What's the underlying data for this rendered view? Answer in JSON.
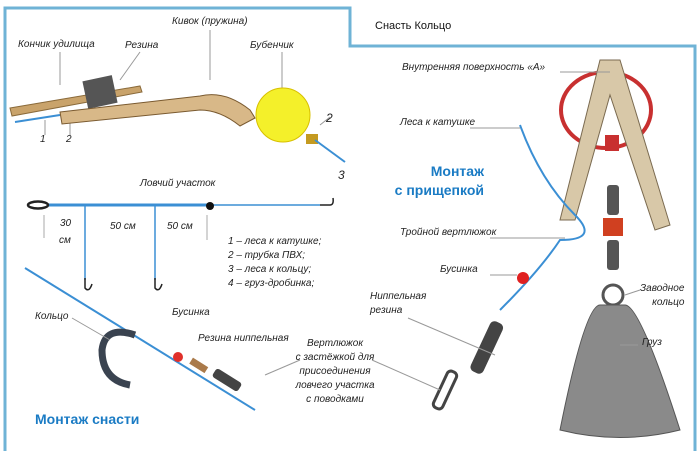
{
  "title": "Снасть Кольцо",
  "top": {
    "kivok": "Кивок (пружина)",
    "tip": "Кончик удилища",
    "rubber": "Резина",
    "bell": "Бубенчик",
    "n1": "1",
    "n2": "2",
    "n2b": "2",
    "n3": "3"
  },
  "catch": {
    "label": "Ловчий участок",
    "d1a": "30",
    "d1b": "см",
    "d2": "50 см",
    "d3": "50 см",
    "legend": [
      "1 – леса к катушке;",
      "2 – трубка ПВХ;",
      "3 – леса к кольцу;",
      "4 – груз-дробинка;"
    ]
  },
  "mount": {
    "ring": "Кольцо",
    "bead": "Бусинка",
    "nipple": "Резина ниппельная",
    "title": "Монтаж снасти",
    "swivel": [
      "Вертлюжок",
      "с застёжкой для",
      "присоединения",
      "ловчего участка",
      "с поводками"
    ]
  },
  "clip": {
    "inner": "Внутренняя поверхность «А»",
    "line": "Леса к катушке",
    "title1": "Монтаж",
    "title2": "с прищепкой",
    "triple": "Тройной вертлюжок",
    "bead": "Бусинка",
    "nipple1": "Ниппельная",
    "nipple2": "резина",
    "ring1": "Заводное",
    "ring2": "кольцо",
    "weight": "Груз"
  },
  "colors": {
    "border": "#6fb3d6",
    "line": "#3b8fd4",
    "accent": "#1a7bc4"
  }
}
